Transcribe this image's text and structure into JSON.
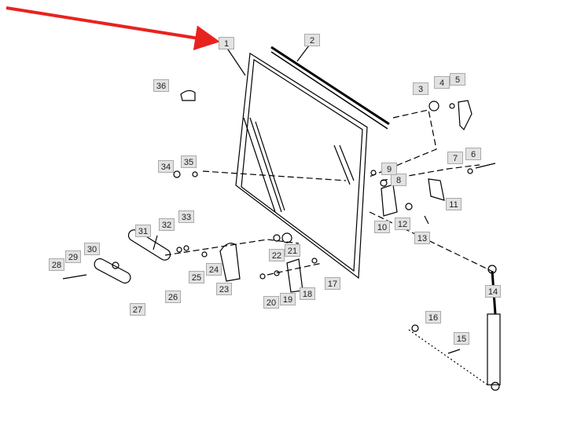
{
  "diagram": {
    "type": "exploded-parts-view",
    "highlight_color": "#e8231f",
    "highlighted_part": "1",
    "part_labels": [
      "1",
      "2",
      "3",
      "4",
      "5",
      "6",
      "7",
      "8",
      "9",
      "10",
      "11",
      "12",
      "13",
      "14",
      "15",
      "16",
      "17",
      "18",
      "19",
      "20",
      "21",
      "22",
      "23",
      "24",
      "25",
      "26",
      "27",
      "28",
      "29",
      "30",
      "31",
      "32",
      "33",
      "34",
      "35",
      "36"
    ]
  }
}
